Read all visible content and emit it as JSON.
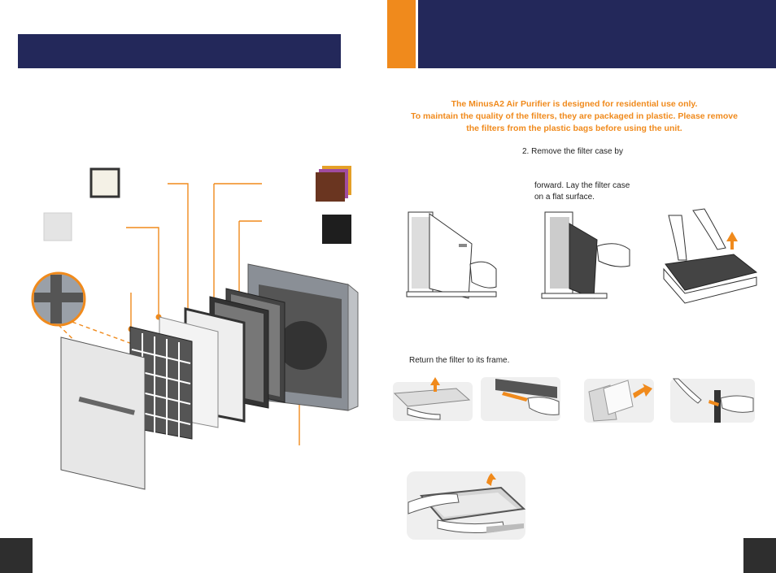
{
  "colors": {
    "navy": "#23285a",
    "orange": "#f08a1c",
    "dark": "#2e2e2e"
  },
  "notice": {
    "line1": "The MinusA2 Air Purifier is designed for residential use only.",
    "line2": "To maintain the quality of the filters, they are packaged in plastic. Please remove",
    "line3": "the filters from the plastic bags before using the unit."
  },
  "steps": {
    "remove_case_line1": "2.  Remove the filter case by",
    "remove_case_line2": "forward.  Lay the filter case",
    "remove_case_line3": "on a flat surface.",
    "return_filter": "Return the filter to its frame."
  },
  "icons": {
    "filter_thumbnails": [
      "hepa-filter-thumb",
      "pre-filter-thumb",
      "odor-filter-thumb",
      "carbon-filter-thumb"
    ],
    "arrows": [
      "up-arrow-icon",
      "right-arrow-icon"
    ]
  }
}
